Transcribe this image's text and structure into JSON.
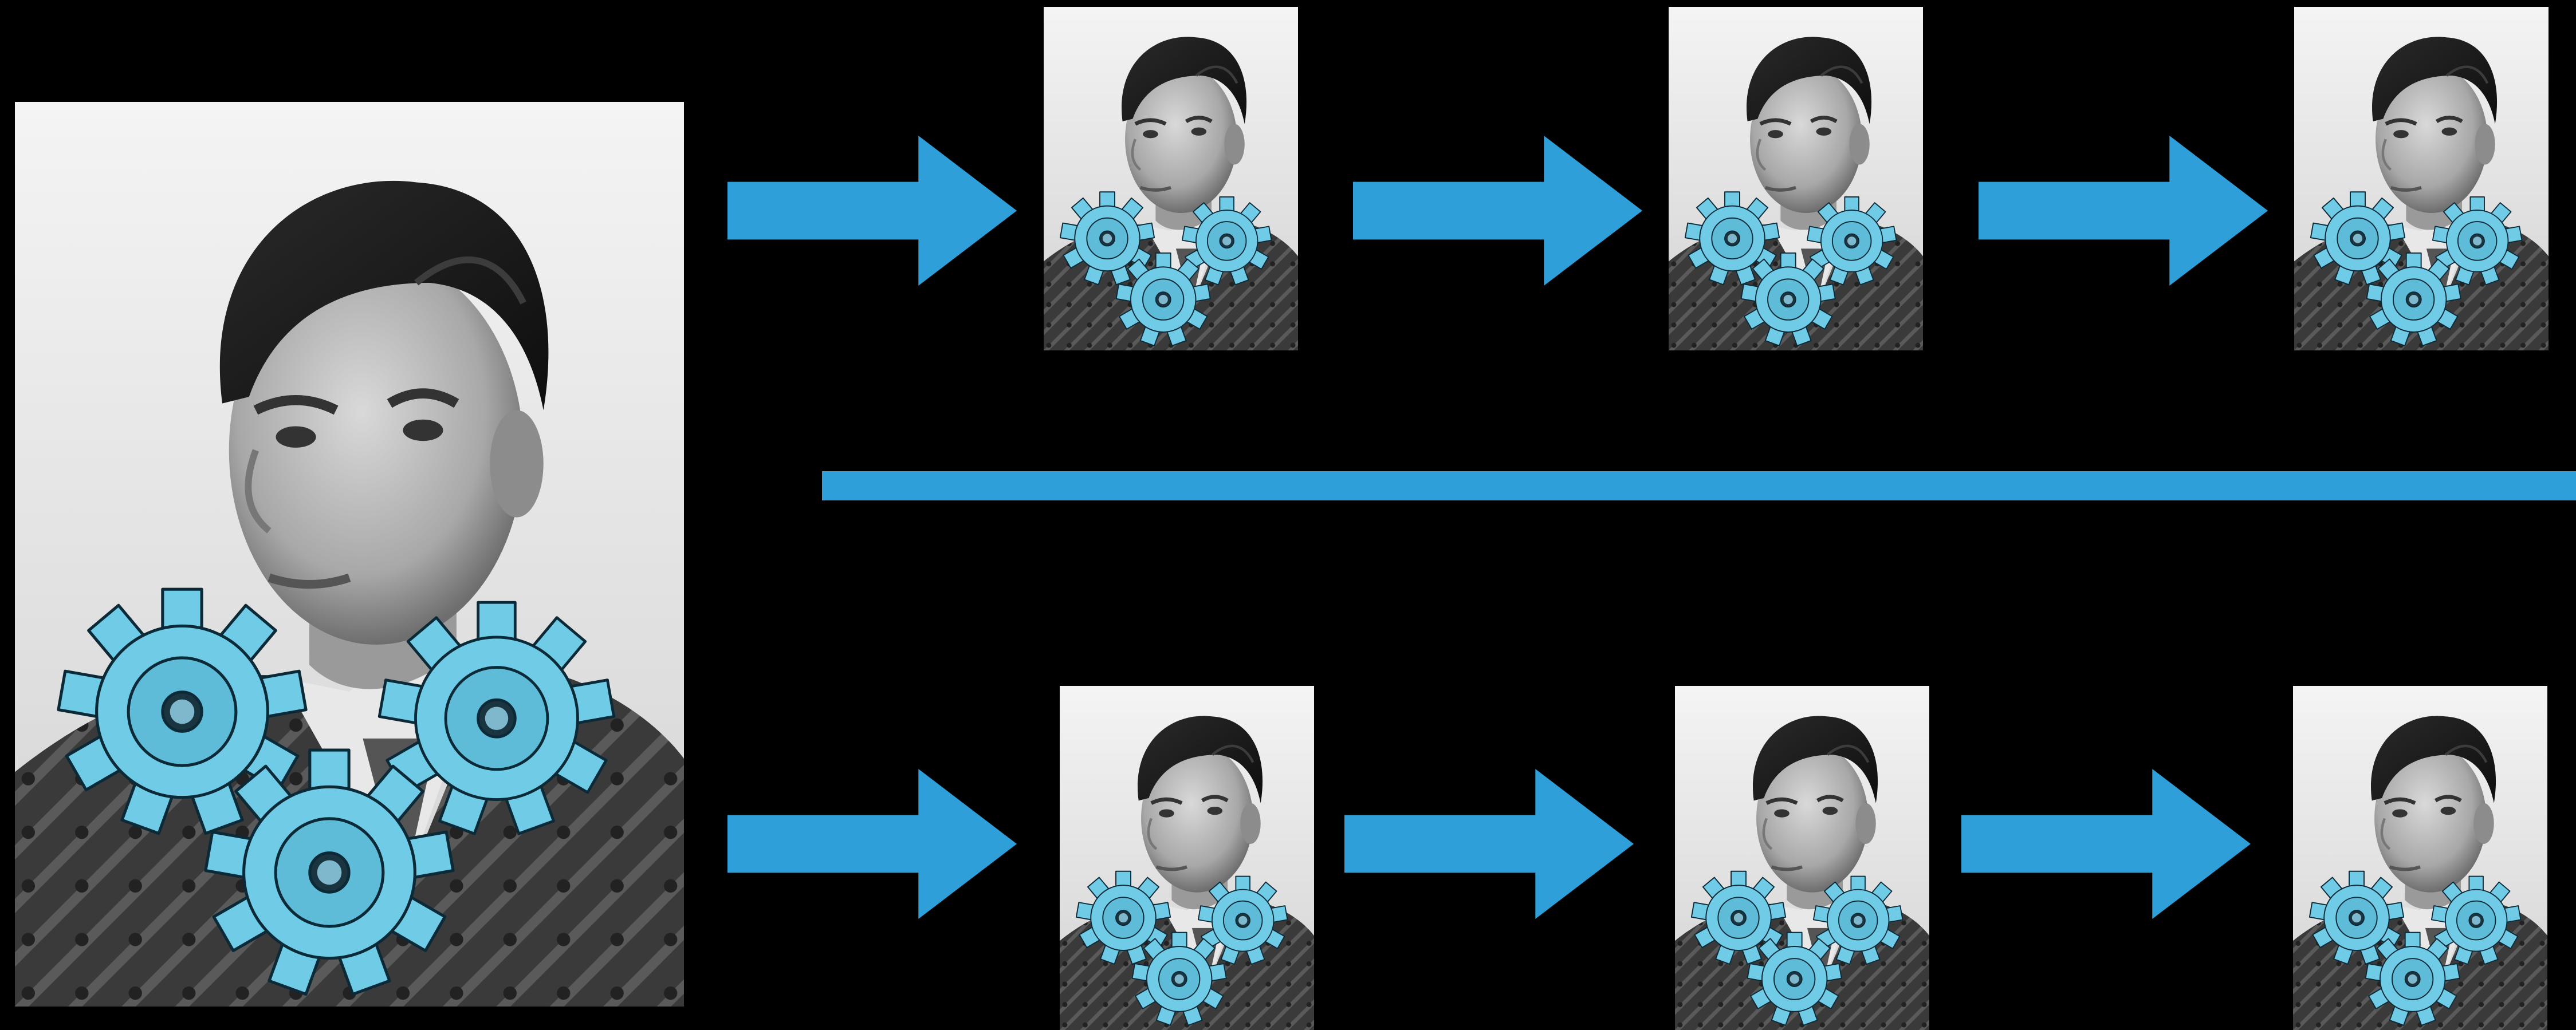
{
  "diagram": {
    "colors": {
      "background": "#000000",
      "accent": "#2f9fd9",
      "gear_fill": "#6fcbe6",
      "gear_stroke": "#0b2a38",
      "photo_light": "#f2f2f2",
      "photo_dark": "#1d1d1d"
    },
    "source_photo": {
      "subject": "portrait-photo-with-gears"
    },
    "rows": [
      {
        "copies": 3
      },
      {
        "copies": 3
      }
    ],
    "separator": {
      "icon": "horizontal-divider"
    },
    "arrow_icon": "right-arrow-icon"
  }
}
